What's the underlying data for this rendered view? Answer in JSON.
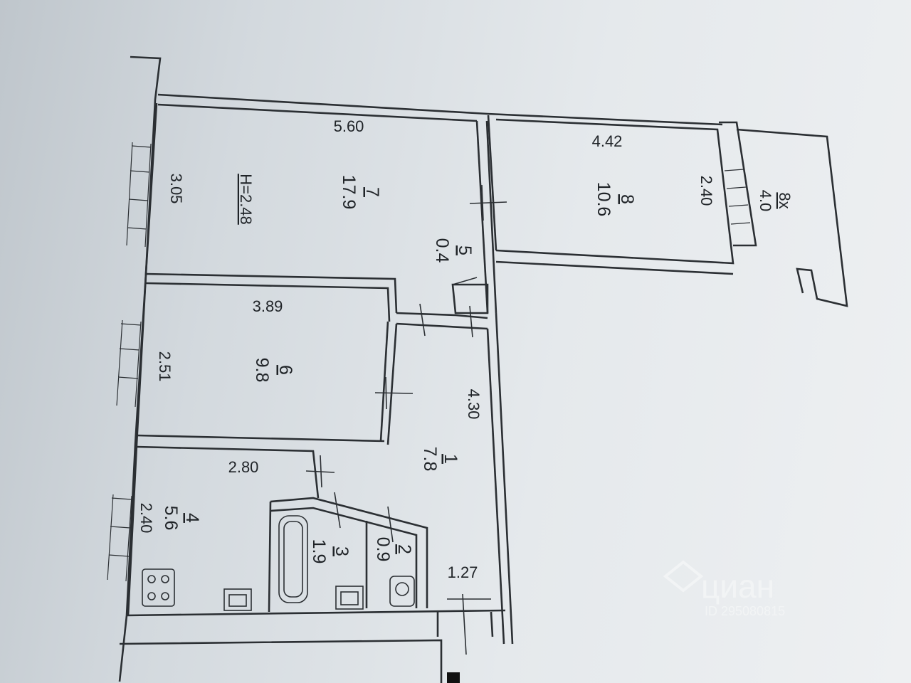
{
  "plan": {
    "height_label": "H=2.48",
    "rooms": [
      {
        "no": "7",
        "area": "17.9",
        "length": "5.60",
        "width": "3.05"
      },
      {
        "no": "8",
        "area": "10.6",
        "length": "4.42",
        "width": "2.40"
      },
      {
        "no": "8x",
        "area": "4.0"
      },
      {
        "no": "5",
        "area": "0.4"
      },
      {
        "no": "6",
        "area": "9.8",
        "length": "3.89",
        "width": "2.51"
      },
      {
        "no": "1",
        "area": "7.8",
        "length": "4.30",
        "width": "1.27"
      },
      {
        "no": "4",
        "area": "5.6",
        "length": "2.80",
        "width": "2.40"
      },
      {
        "no": "3",
        "area": "1.9"
      },
      {
        "no": "2",
        "area": "0.9"
      }
    ]
  },
  "watermark": {
    "brand": "циан",
    "id_text": "ID 295080815"
  }
}
